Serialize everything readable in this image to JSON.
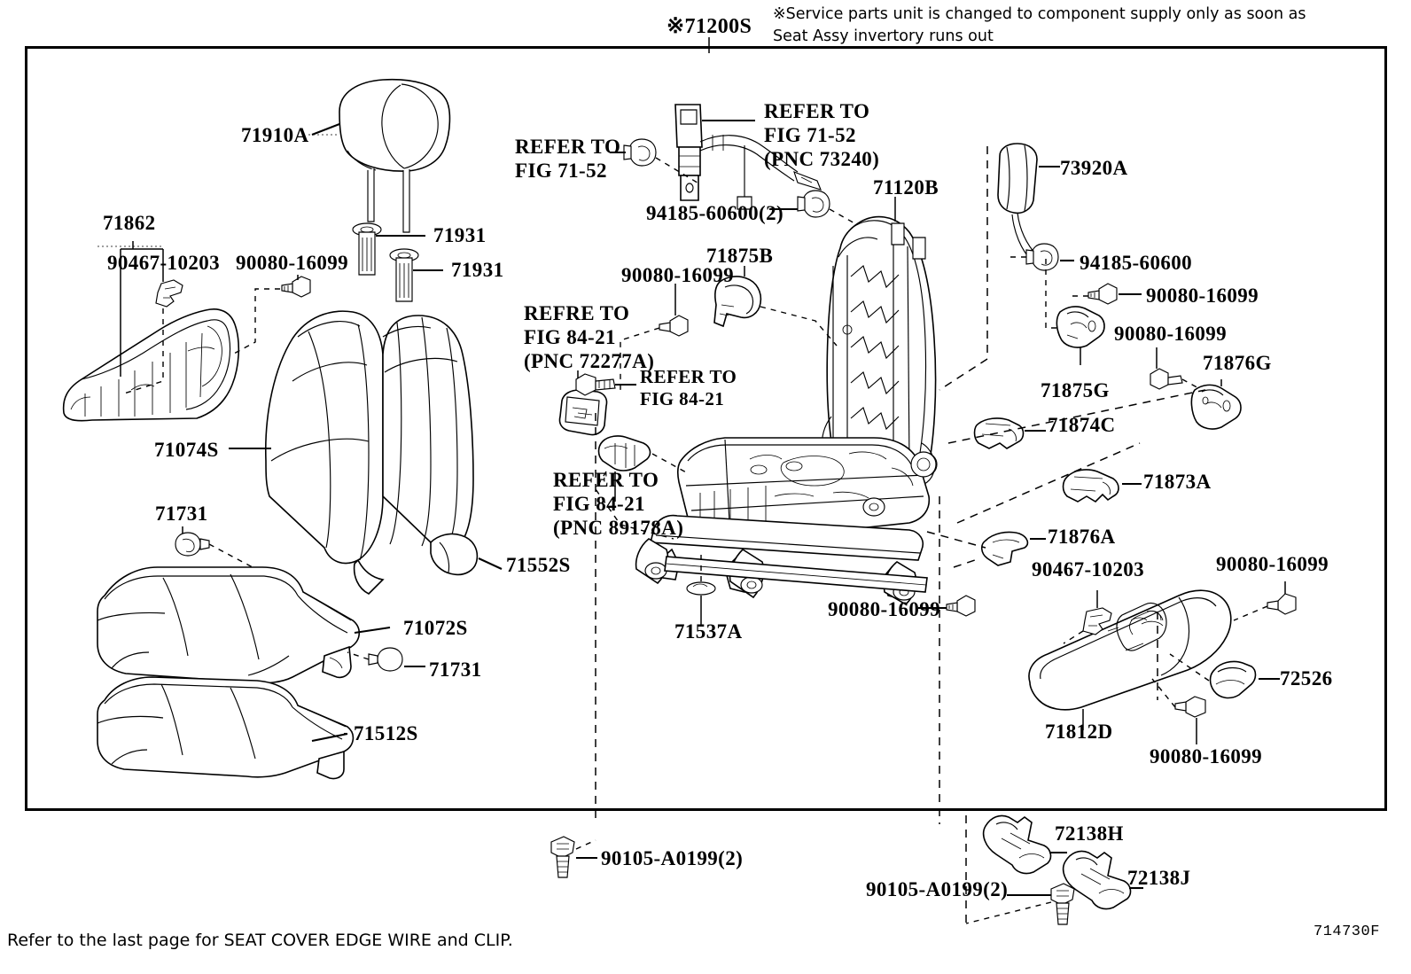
{
  "document": {
    "top_callout": "※71200S",
    "top_note": "※Service parts unit is changed to component supply only as soon as\nSeat Assy invertory runs out",
    "footer_note": "Refer to the last page for SEAT COVER EDGE WIRE and CLIP.",
    "drawing_number": "714730F"
  },
  "labels": {
    "headrest": "71910A",
    "headrest_bolt_1": "71931",
    "headrest_bolt_2": "71931",
    "armrest_group": "71862",
    "armrest_clip": "90467-10203",
    "armrest_screw": "90080-16099",
    "seatback_cover": "71074S",
    "seatback_pad_clip_top": "71731",
    "seatback_hinge_cover": "71552S",
    "cushion_cover": "71072S",
    "cushion_clip_lower": "71731",
    "cushion_pad": "71512S",
    "refer_fig_71_52_left": "REFER TO\nFIG 71-52",
    "refer_fig_71_52_right": "REFER TO\nFIG 71-52\n(PNC 73240)",
    "belt_nut": "94185-60600(2)",
    "lever_cover": "71875B",
    "lever_screw": "90080-16099",
    "refer_fig_84_21_pnc72277a": "REFRE TO\nFIG 84-21\n(PNC 72277A)",
    "refer_fig_84_21_plain": "REFER TO\nFIG 84-21",
    "refer_fig_84_21_pnc89178a": "REFER TO\nFIG 84-21\n(PNC 89178A)",
    "seatback_frame": "71120B",
    "seat_rail_clip": "71537A",
    "rail_screw": "90080-16099",
    "side_airbag": "73920A",
    "airbag_nut": "94185-60600",
    "airbag_screw": "90080-16099",
    "bracket_screw": "90080-16099",
    "hinge_cap": "71876G",
    "seatback_cap": "71875G",
    "cover_cap_c": "71874C",
    "cover_cap_a": "71873A",
    "cover_cap_a2": "71876A",
    "shield_clip": "90467-10203",
    "shield_screw_top": "90080-16099",
    "shield_panel": "71812D",
    "knob": "72526",
    "shield_screw_bottom": "90080-16099",
    "rail_bolt_left": "90105-A0199(2)",
    "rail_bolt_right": "90105-A0199(2)",
    "rail_bracket_h": "72138H",
    "rail_bracket_j": "72138J"
  }
}
